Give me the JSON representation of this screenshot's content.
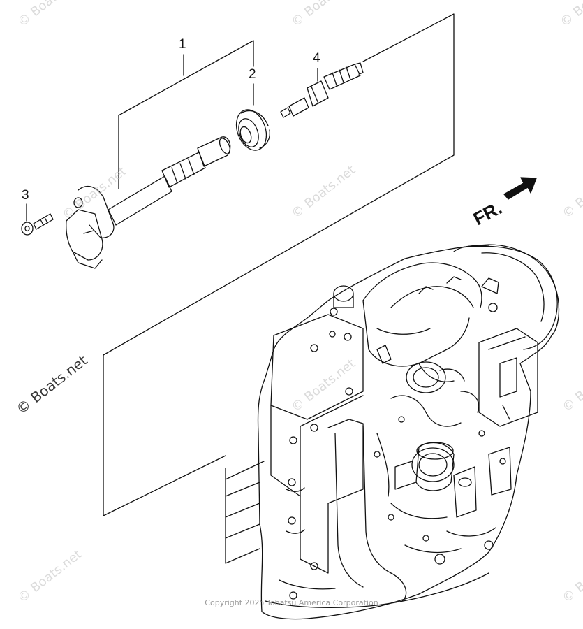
{
  "callouts": [
    {
      "label": "1"
    },
    {
      "label": "2"
    },
    {
      "label": "3"
    },
    {
      "label": "4"
    }
  ],
  "direction": {
    "label": "FR."
  },
  "watermarks": [
    "© Boats.net",
    "© Boats.net",
    "© Boats.net",
    "© Boats.net",
    "© Boats.net",
    "© Boats.net",
    "© Boats.net",
    "© Boats.net",
    "© Boats.net",
    "© Boats.net",
    "© Boats.net"
  ],
  "copyright": "Copyright 2025 Tohatsu America Corporation"
}
